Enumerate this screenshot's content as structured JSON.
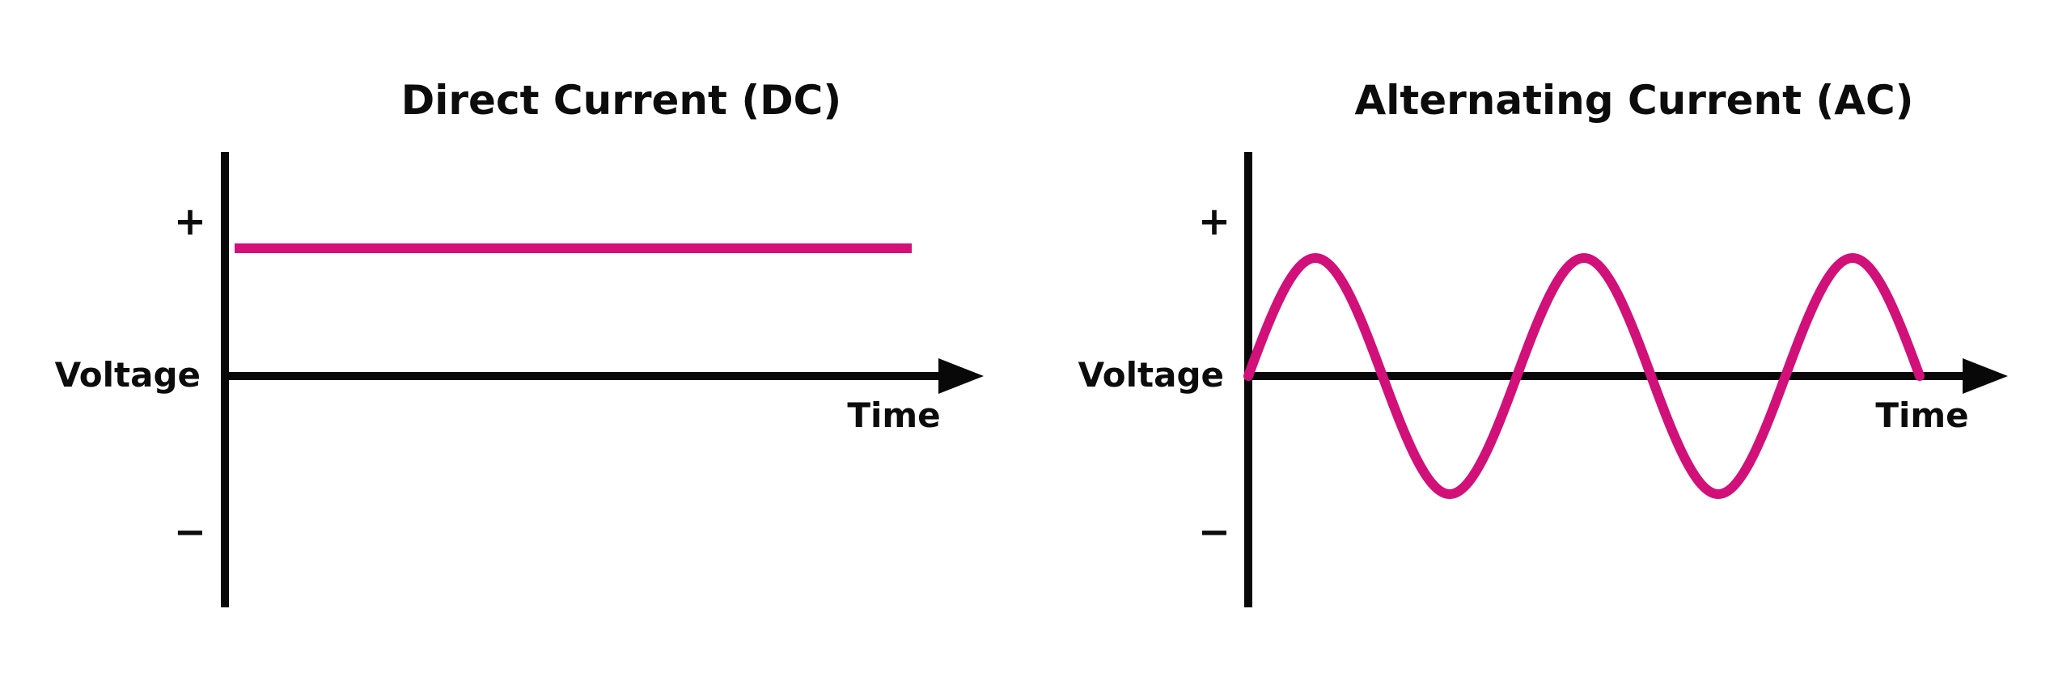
{
  "figure": {
    "background_color": "#ffffff",
    "axis_color": "#080808",
    "signal_color": "#d2107a",
    "panels": {
      "dc": {
        "title": "Direct Current (DC)",
        "plus_label": "+",
        "minus_label": "−",
        "voltage_label": "Voltage",
        "time_label": "Time",
        "waveform": "constant positive voltage (flat horizontal line)"
      },
      "ac": {
        "title": "Alternating Current (AC)",
        "plus_label": "+",
        "minus_label": "−",
        "voltage_label": "Voltage",
        "time_label": "Time",
        "waveform": "sine wave, about 3 cycles alternating above and below zero"
      }
    }
  }
}
